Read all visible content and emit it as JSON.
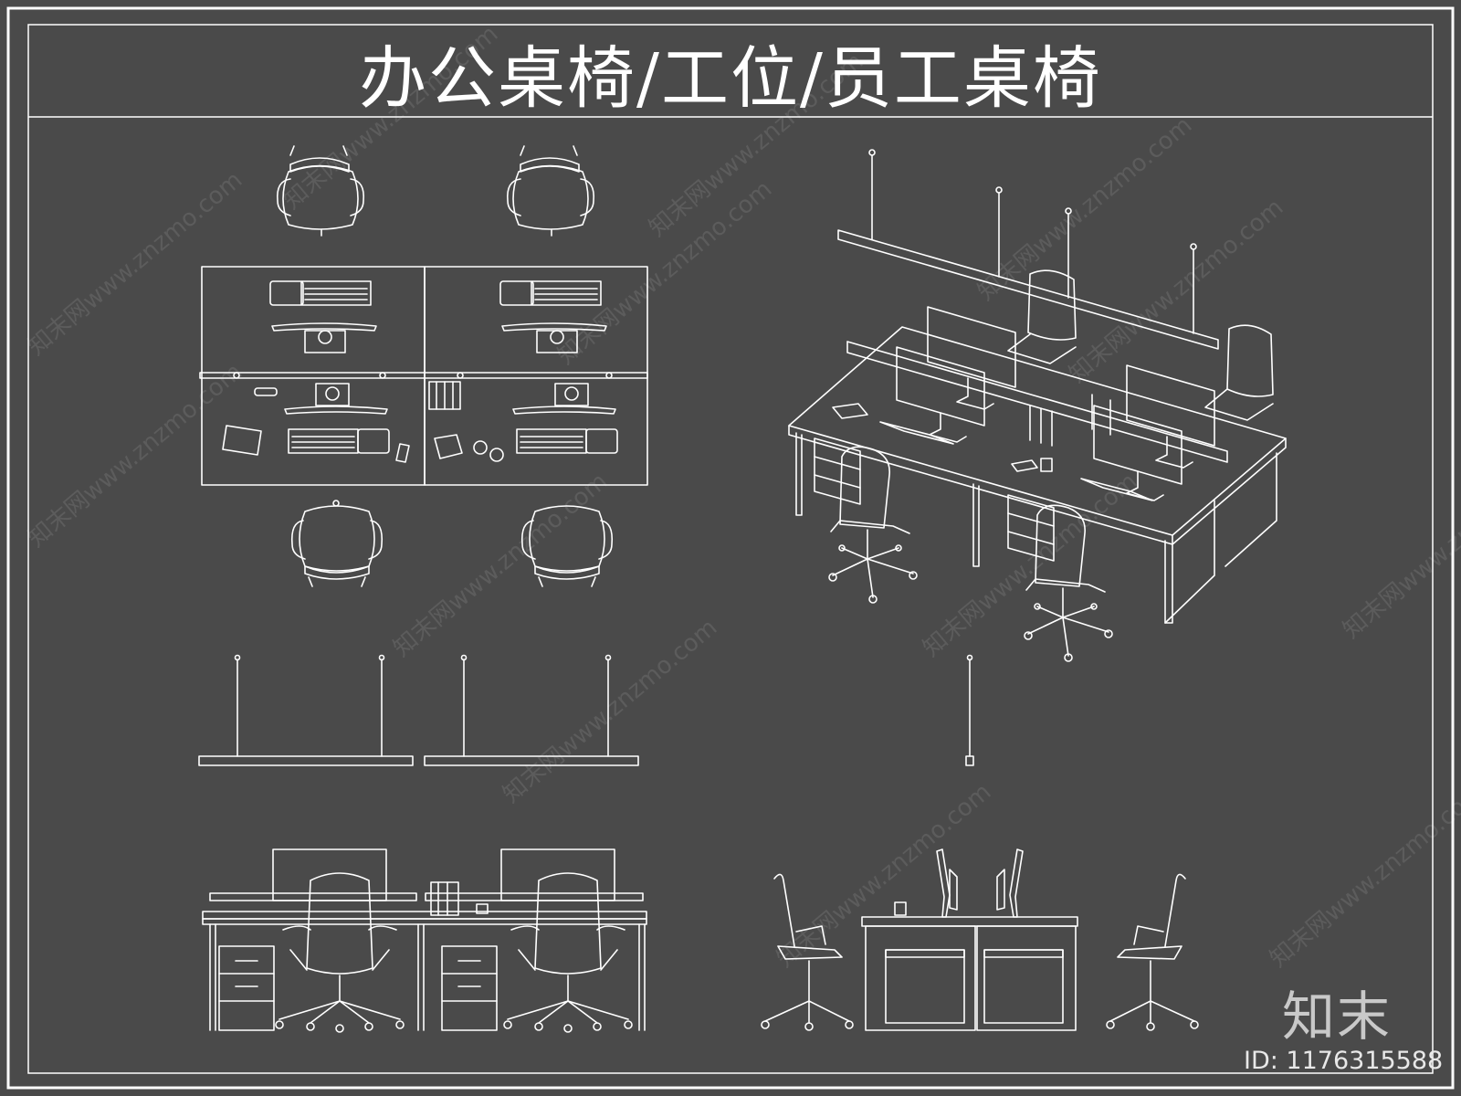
{
  "title": "办公桌椅/工位/员工桌椅",
  "brand": "知末",
  "image_id": "ID: 1176315588",
  "watermark": "知末网www.znzmo.com",
  "colors": {
    "background": "#4a4a4a",
    "line": "#ffffff",
    "watermark": "#5c5c5c"
  }
}
